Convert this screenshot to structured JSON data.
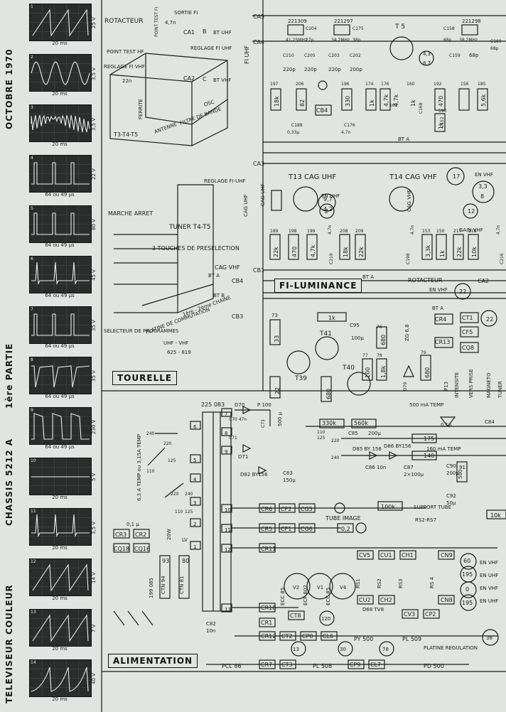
{
  "sidebar": {
    "date": "OCTOBRE 1970",
    "subtitle": "1ère PARTIE",
    "chassis": "CHASSIS 5212 A",
    "title": "TELEVISEUR COULEUR"
  },
  "scopes": [
    {
      "n": "1",
      "v": "25 V",
      "t": "20 ms"
    },
    {
      "n": "2",
      "v": "3,5 V",
      "t": "20 ms"
    },
    {
      "n": "3",
      "v": "3,5 V",
      "t": "20 ms"
    },
    {
      "n": "4",
      "v": "22 V",
      "t": "64 ou 49 µs"
    },
    {
      "n": "5",
      "v": "80 V",
      "t": "64 ou 49 µs"
    },
    {
      "n": "6",
      "v": "45 V",
      "t": "64 ou 49 µs"
    },
    {
      "n": "7",
      "v": "35 V",
      "t": "64 ou 49 µs"
    },
    {
      "n": "8",
      "v": "35 V",
      "t": "64 ou 49 µs"
    },
    {
      "n": "9",
      "v": "230 V",
      "t": "64 ou 49 µs"
    },
    {
      "n": "10",
      "v": "5 V",
      "t": "20 ms"
    },
    {
      "n": "11",
      "v": "3,5 V",
      "t": "20 ms"
    },
    {
      "n": "12",
      "v": "14 V",
      "t": "20 ms"
    },
    {
      "n": "13",
      "v": "7 V",
      "t": "20 ms"
    },
    {
      "n": "14",
      "v": "40 V",
      "t": "20 ms"
    }
  ],
  "sections": {
    "tourelle": "TOURELLE",
    "fi_luminance": "FI-LUMINANCE",
    "alimentation": "ALIMENTATION"
  },
  "tuner": {
    "rotacteur": "ROTACTEUR",
    "sortie_fi": "SORTIE FI",
    "point_test_hf": "POINT TEST HF",
    "point_test_fi": "POINT TEST FI",
    "reglage_fi_uhf": "REGLAGE FI UHF",
    "reglage_fi_vhf": "REGLAGE FI VHF",
    "bt_uhf": "BT UHF",
    "bt_vhf": "BT VHF",
    "ferrite": "FERRITE",
    "antenne": "ANTENNE",
    "filtre": "FILTRE DE BANDE",
    "osc": "OSC",
    "t3t4t5": "T3-T4-T5",
    "tuner_t4t5": "TUNER T4-T5",
    "reglage_fi_uhf2": "REGLAGE FI-UHF",
    "marche_arret": "MARCHE ARRET",
    "touches": "3 TOUCHES DE PRESELECTION",
    "platine": "PLATINE DE COMMUTATION",
    "chaine": "1ère - 2ème CHAINE",
    "selecteur": "SELECTEUR DE PROGRAMMES",
    "uhf_vhf": "UHF - VHF",
    "lines": "625 - 819",
    "cag_vhf": "CAG VHF",
    "cag_uhf": "CAG UHF",
    "bta": "BT A",
    "btb": "BT B",
    "cap_47": "4,7n",
    "cap_22": "22n",
    "fi_uhf": "FI UHF",
    "ca1": "CA1",
    "ca2": "CA2",
    "b": "B",
    "c": "C"
  },
  "fi": {
    "connectors": [
      "CA5",
      "CA4",
      "CB4",
      "CA3",
      "CB1",
      "CB4",
      "CB3",
      "CA2"
    ],
    "coils": [
      "221309",
      "221297",
      "221298"
    ],
    "freqs": [
      "41,25MHz",
      "34,2MHz",
      "38,2MHz"
    ],
    "caps_top": [
      "C204",
      "C175",
      "C158",
      "C169"
    ],
    "cap_vals_top": [
      "27p",
      "38p",
      "68p",
      "68p"
    ],
    "caps_row": [
      "C210",
      "C205",
      "C203",
      "C202",
      "C159"
    ],
    "cap_vals_row": [
      "220p",
      "220p",
      "220p",
      "200p",
      "68p"
    ],
    "resistors": [
      "18k",
      "82",
      "330",
      "1k",
      "4,7k",
      "1k",
      "4,7k",
      "470",
      "1k",
      "5,6k"
    ],
    "res_codes": [
      "197",
      "206",
      "196",
      "174",
      "176",
      "160",
      "161",
      "192",
      "156",
      "185",
      "190"
    ],
    "t5": "T 5",
    "t5_v": [
      "4,3",
      "8,7"
    ],
    "t13": "T13  CAG  UHF",
    "t14": "T14  CAG  VHF",
    "en_uhf": "EN UHF",
    "en_vhf": "EN VHF",
    "t13_v": [
      "9,7",
      "4,2"
    ],
    "t14_v": [
      "3,3",
      "8"
    ],
    "circ": [
      "2",
      "17",
      "12",
      "22"
    ],
    "res_low": [
      "22k",
      "470",
      "4,7k",
      "18k",
      "22k",
      "3,3k",
      "1k",
      "22k",
      "10k"
    ],
    "res_low_codes": [
      "189",
      "198",
      "199",
      "208",
      "209",
      "153",
      "150",
      "217",
      "218"
    ],
    "cap_low": [
      "4,7n",
      "4,7n",
      "4,7n"
    ],
    "cap_low_codes": [
      "C219",
      "C198",
      "C216"
    ],
    "c188": "C188",
    "c188_v": "0,33µ",
    "c176": "C176",
    "c176_v": "4,7n",
    "gain_vhf": "GAIN VHF",
    "rotacteur": "ROTACTEUR",
    "bt_a": "BT A",
    "cag_uhf": "CAG UHF",
    "cag_vhf": "CAG VHF",
    "c152": "C152",
    "c168": "C168"
  },
  "alim": {
    "t39": "T39",
    "t40": "T40",
    "t41": "T41",
    "r73": "73",
    "r33": "33",
    "r22": "22",
    "r680": "680",
    "r1k": "1k",
    "c95": "C95",
    "c95_v": "100µ",
    "r76": "76",
    "r77": "77",
    "r78": "78",
    "r79": "79",
    "r680b": "680",
    "r100": "100",
    "r18k": "1,8k",
    "zg": "ZG 6,8",
    "d79": "D79",
    "bt_a": "BT A",
    "cr4": "CR4",
    "ct1": "CT1",
    "cf5": "CF5",
    "cr13": "CR13",
    "cq8": "CQ8",
    "c22": "22",
    "p13": "P13",
    "intensite": "INTENSITE",
    "vers_prise": "VERS PRISE",
    "magneto": "MAGNETO",
    "tuner": "TUNER",
    "transfo": "225 083",
    "d70": "D70",
    "d71": "D71",
    "d82": "D82 BY156",
    "c70": "C70 47n",
    "c71": "C71",
    "c73": "C73",
    "p100": "P 100",
    "c83": "C83",
    "c83_v": "150µ",
    "v500": "500 µ",
    "r83": "330k",
    "r84": "560k",
    "c85": "C85",
    "c85_v": "200µ",
    "v110": "110",
    "v125": "125",
    "v220": "220",
    "v240": "240",
    "d85": "D85 BY 156",
    "d86": "D86 BY156",
    "c86": "C86 10n",
    "c87": "C87",
    "c87_v": "2×100µ",
    "r89": "175",
    "r88": "140",
    "temp500": "500 mA TEMP",
    "temp160": "160 mA TEMP",
    "c90": "C90",
    "c90_v": "200µ",
    "r91": "91",
    "r91_v": "500",
    "c92": "C92",
    "c92_v": "50µ",
    "r10k": "10k",
    "c84": "C84",
    "c01": "0,1µ",
    "fuse": "6,3 A TEMP ou 3,15A TEMP",
    "c1u": "0,1 µ",
    "cr3": "CR3",
    "cr2": "CR2",
    "cq18": "CQ18",
    "cq16": "CQ16",
    "r93": "93",
    "ctn94": "CTN 94",
    "r80": "80",
    "ctn81": "CTN 81",
    "ctn_code": "199 085",
    "w20": "20W",
    "lv": "LV",
    "cr6": "CR6",
    "cf2": "CF2",
    "cg5": "CG5",
    "cr5": "CR5",
    "cf1": "CF1",
    "cg6": "CG6",
    "cr11": "CR11",
    "r100k": "100k",
    "support": "SUPPORT TUBE",
    "rs": "RS2-RS7",
    "tube": "TUBE IMAGE",
    "r52": "0,2",
    "cv5": "CV5",
    "cu1": "CU1",
    "ch1": "CH1",
    "cn9": "CN9",
    "v60": "60",
    "v195": "195",
    "v0": "0",
    "v195b": "195",
    "en_vhf": "EN VHF",
    "en_uhf": "EN UHF",
    "ecc85a": "ECC 85",
    "ecf802": "ECF 802",
    "ecc85b": "ECC 85",
    "v2": "V2",
    "v1": "V1",
    "v4": "V4",
    "rs1": "RS1",
    "rs2": "RS2",
    "rs3": "RS3",
    "rs4": "RS 4",
    "cu2": "CU2",
    "ch2": "CH2",
    "d68": "D68 TV8",
    "cv3": "CV3",
    "cp2": "CP2",
    "cn8": "CN8",
    "cr18": "CR18",
    "cr1": "CR1",
    "ct8": "CT8",
    "c82": "C82",
    "c82_v": "10n",
    "cr12": "CR12",
    "ct2": "CT2",
    "cp8": "CP8",
    "cl6": "CL6",
    "py500": "PY 500",
    "pl509": "PL 509",
    "platine": "PLATINE REGULATION",
    "v120": "120",
    "v13": "13",
    "v30": "30",
    "v78": "78",
    "v38": "38",
    "pcl86": "PCL 86",
    "cr7": "CR7",
    "ct3": "CT3",
    "pl508": "PL 508",
    "cp9": "CP9",
    "cl7": "CL7",
    "pd500": "PD 500",
    "pins": [
      "7",
      "8",
      "9",
      "6",
      "5",
      "4",
      "3",
      "2",
      "1",
      "10",
      "11",
      "12",
      "13"
    ]
  }
}
